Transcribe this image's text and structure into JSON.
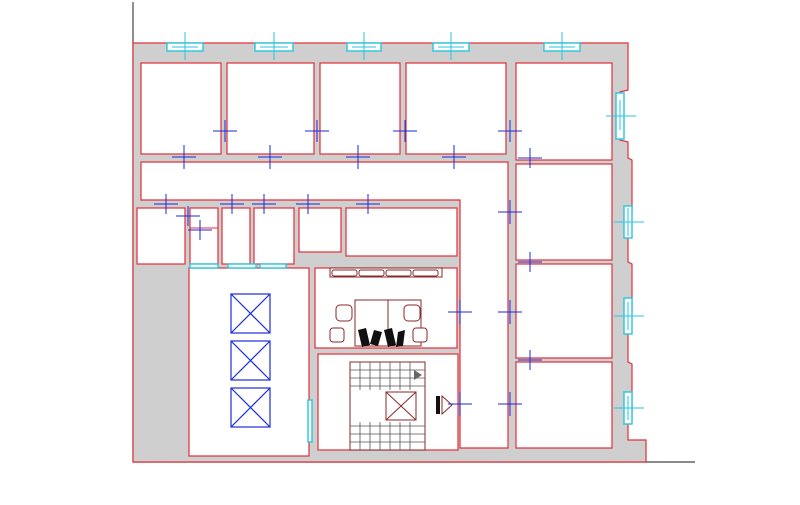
{
  "drawing": {
    "colors": {
      "wall_fill": "#cfcfcf",
      "wall_line": "#e0303a",
      "window": "#29c6e0",
      "opening_marker": "#1a2bd8",
      "furniture": "#8a2a2a",
      "axis": "#444444"
    },
    "elements": [
      "building-outline",
      "north-wing-rooms",
      "east-wing-rooms",
      "corridors",
      "small-rooms",
      "lift-shaft",
      "office-room",
      "staircase",
      "window-openings",
      "door-openings"
    ],
    "lift_cars": 3,
    "workstations": 4,
    "sofa_seats": 4
  }
}
